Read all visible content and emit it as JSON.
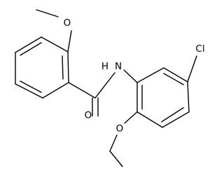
{
  "molecule": {
    "atom_labels": {
      "methoxy_oxygen": "O",
      "amide_nitrogen": "N",
      "amide_hydrogen": "H",
      "carbonyl_oxygen": "O",
      "chlorine": "Cl",
      "ethoxy_oxygen": "O"
    }
  }
}
